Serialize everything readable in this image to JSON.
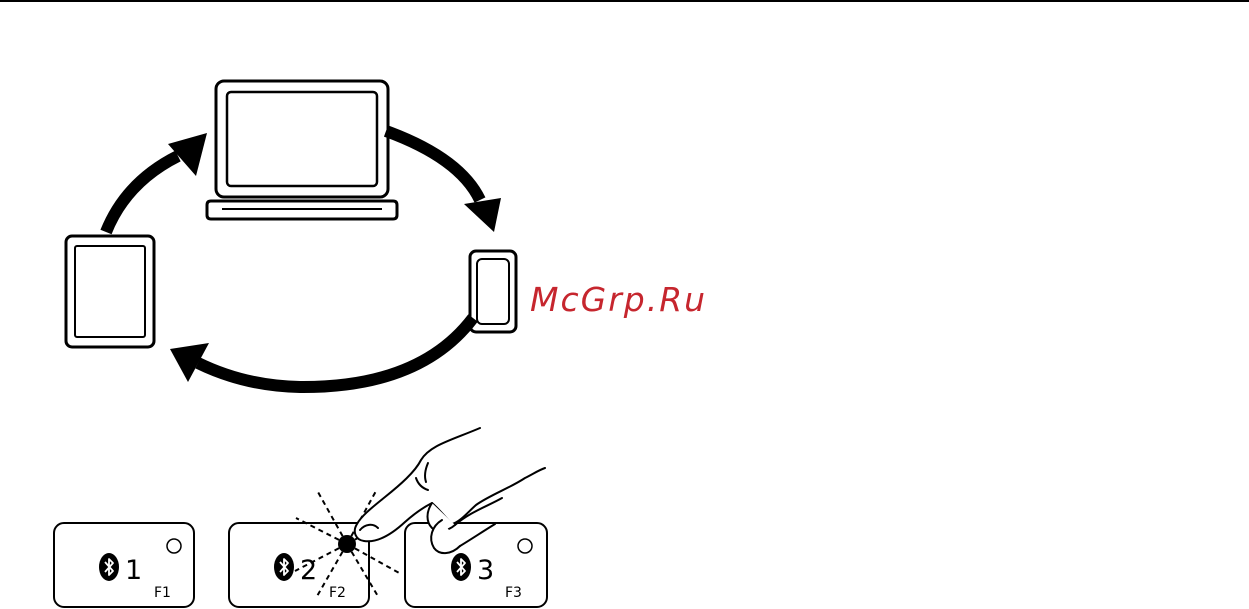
{
  "watermark": {
    "text": "McGrp.Ru",
    "color": "#c6262e"
  },
  "devices": [
    {
      "name": "laptop",
      "icon": "laptop-icon"
    },
    {
      "name": "tablet",
      "icon": "tablet-icon"
    },
    {
      "name": "smartphone",
      "icon": "smartphone-icon"
    }
  ],
  "keys": [
    {
      "channel": "1",
      "function_label": "F1",
      "icon": "bluetooth-icon",
      "state": "off"
    },
    {
      "channel": "2",
      "function_label": "F2",
      "icon": "bluetooth-icon",
      "state": "pressed-blinking"
    },
    {
      "channel": "3",
      "function_label": "F3",
      "icon": "bluetooth-icon",
      "state": "off"
    }
  ]
}
